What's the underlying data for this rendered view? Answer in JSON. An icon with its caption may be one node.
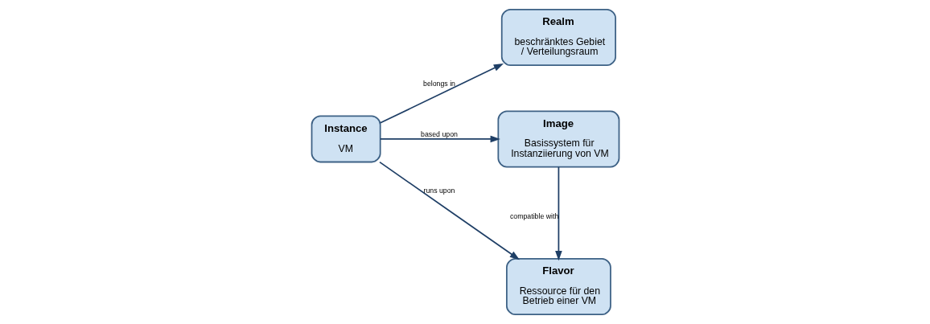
{
  "diagram": {
    "nodes": [
      {
        "text": [
          "Flavor",
          "Ressource für den Betrieb einer VM"
        ]
      },
      {
        "text": [
          "Instance",
          "VM"
        ]
      },
      {
        "text": [
          "Realm",
          "beschränktes Gebiet / Verteilungsraum"
        ]
      },
      {
        "text": [
          "Image",
          "Basissystem für Instanziierung von VM"
        ]
      }
    ],
    "edges": [
      {
        "from": 1,
        "to": 0,
        "arrow": "to",
        "label": "runs upon"
      },
      {
        "from": 3,
        "to": 0,
        "arrow": "to",
        "label": "compatible with"
      },
      {
        "from": 1,
        "to": 2,
        "arrow": "to",
        "label": "belongs in"
      },
      {
        "from": 1,
        "to": 3,
        "arrow": "to",
        "label": "based upon"
      }
    ]
  }
}
